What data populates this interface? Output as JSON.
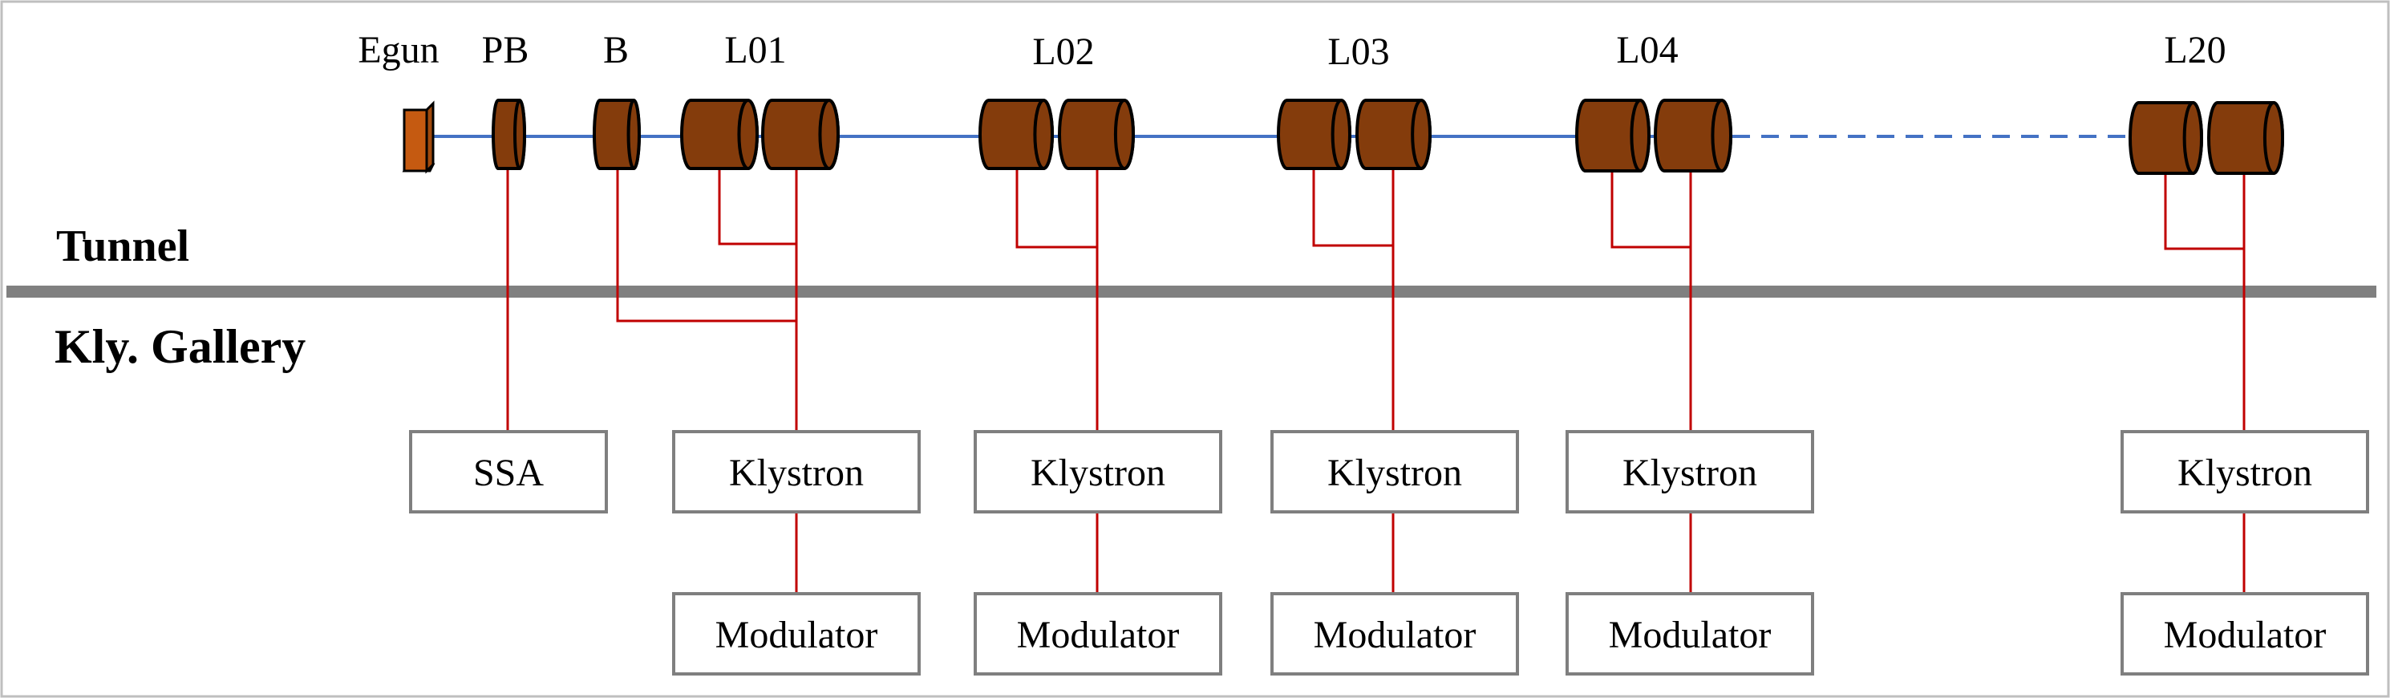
{
  "areas": {
    "tunnel": "Tunnel",
    "gallery": "Kly. Gallery"
  },
  "components": {
    "egun": "Egun",
    "pb": "PB",
    "b": "B"
  },
  "stations": [
    {
      "id": "L01",
      "label": "L01",
      "klystron": "Klystron",
      "modulator": "Modulator"
    },
    {
      "id": "L02",
      "label": "L02",
      "klystron": "Klystron",
      "modulator": "Modulator"
    },
    {
      "id": "L03",
      "label": "L03",
      "klystron": "Klystron",
      "modulator": "Modulator"
    },
    {
      "id": "L04",
      "label": "L04",
      "klystron": "Klystron",
      "modulator": "Modulator"
    },
    {
      "id": "L20",
      "label": "L20",
      "klystron": "Klystron",
      "modulator": "Modulator"
    }
  ],
  "ssa": "SSA",
  "colors": {
    "beamline": "#4472C4",
    "cavity_fill": "#843C0C",
    "egun_fill": "#C55A11",
    "rf_line": "#C00000",
    "separator": "#808080",
    "box_stroke": "#7F7F7F",
    "frame": "#BFBFBF"
  }
}
